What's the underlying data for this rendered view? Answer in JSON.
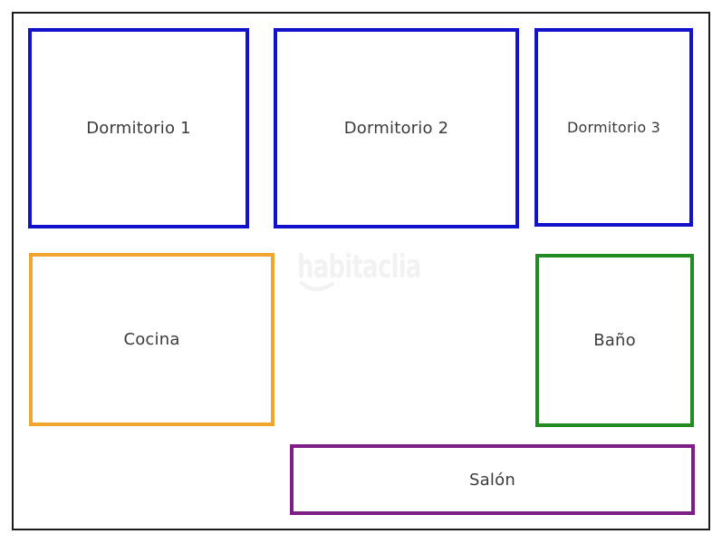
{
  "floorplan": {
    "background": "#ffffff",
    "frame_color": "#1c1c1c",
    "label_color": "#3b3b3b",
    "rooms": [
      {
        "id": "dormitorio-1",
        "label": "Dormitorio 1",
        "border_color": "#1212cd"
      },
      {
        "id": "dormitorio-2",
        "label": "Dormitorio 2",
        "border_color": "#1212cd"
      },
      {
        "id": "dormitorio-3",
        "label": "Dormitorio 3",
        "border_color": "#1212cd"
      },
      {
        "id": "cocina",
        "label": "Cocina",
        "border_color": "#f0a62c"
      },
      {
        "id": "bano",
        "label": "Baño",
        "border_color": "#228b22"
      },
      {
        "id": "salon",
        "label": "Salón",
        "border_color": "#7d1f87"
      }
    ]
  },
  "watermark": {
    "text": "habitaclia",
    "color": "#f2f2f2"
  }
}
